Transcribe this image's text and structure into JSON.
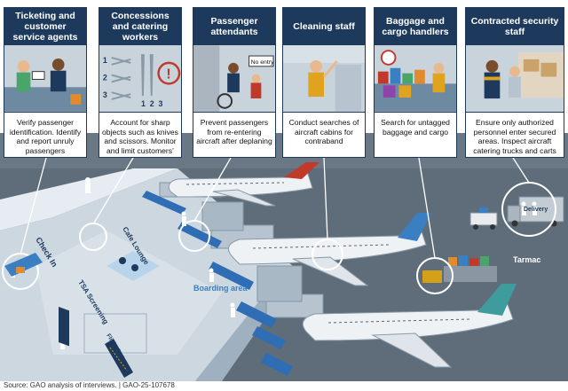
{
  "roles": [
    {
      "title": "Ticketing and customer service agents",
      "description": "Verify passenger identification. Identify and report unruly passengers"
    },
    {
      "title": "Concessions and catering workers",
      "description": "Account for sharp objects such as knives and scissors. Monitor and limit customers’ alcohol consumption"
    },
    {
      "title": "Passenger attendants",
      "description": "Prevent passengers from re-entering aircraft after deplaning"
    },
    {
      "title": "Cleaning staff",
      "description": "Conduct searches of aircraft cabins for contraband"
    },
    {
      "title": "Baggage and cargo handlers",
      "description": "Search for untagged baggage and cargo"
    },
    {
      "title": "Contracted security staff",
      "description": "Ensure only authorized personnel enter secured areas. Inspect aircraft catering trucks and carts carrying food and equipment"
    }
  ],
  "panel_signs": {
    "no_entry": "No entry",
    "alert": "!",
    "numbers": [
      "1",
      "2",
      "3",
      "1",
      "2",
      "3"
    ]
  },
  "scene": {
    "check_in": "Check In",
    "tsa_screening": "TSA Screening",
    "cafe_lounge": "Cafe Lounge",
    "boarding_area": "Boarding area",
    "flight_status": "Flight Status",
    "delivery": "Delivery",
    "tarmac": "Tarmac"
  },
  "source": "Source: GAO analysis of interviews.  |  GAO-25-107678",
  "colors": {
    "navy": "#1d3a5c",
    "tarmac": "#5f6d7b",
    "terminal": "#ccd7e0",
    "accent_blue": "#3a7fc1",
    "tail_red": "#c0392b",
    "tail_teal": "#3e9c9c"
  }
}
